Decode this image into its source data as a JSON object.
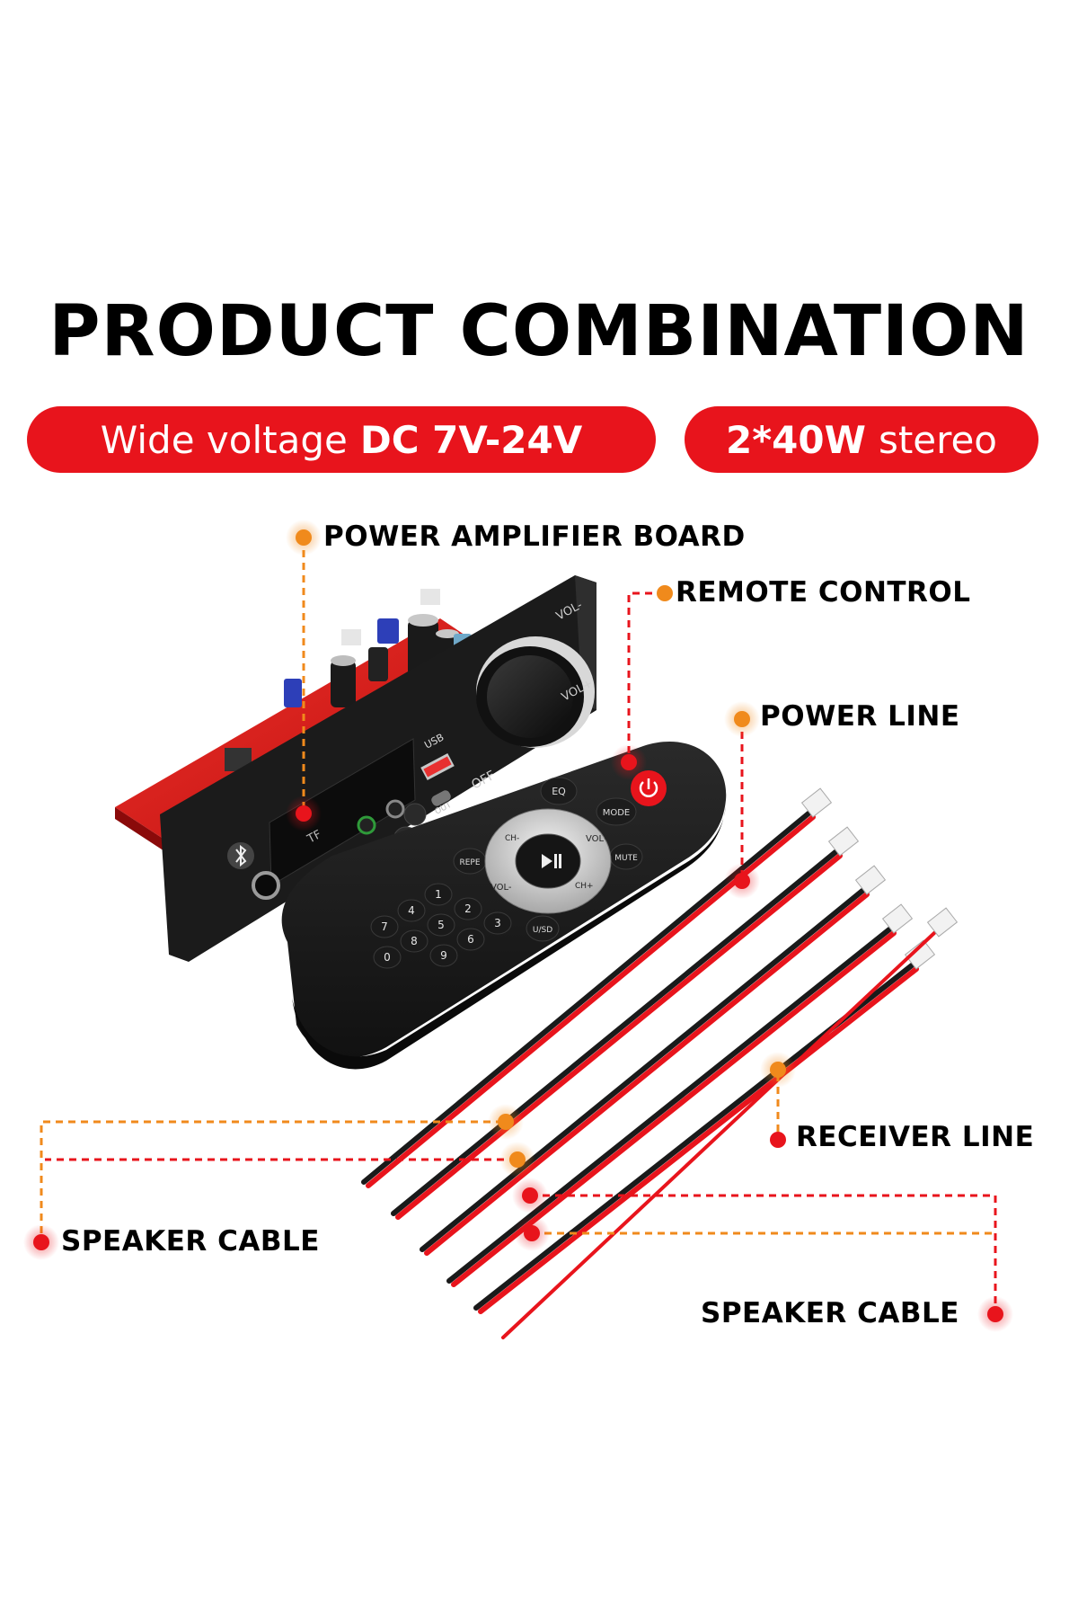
{
  "title": "PRODUCT COMBINATION",
  "badges": [
    {
      "prefix": "Wide voltage",
      "highlight": "DC 7V-24V"
    },
    {
      "highlight": "2*40W",
      "suffix": "stereo"
    }
  ],
  "callouts": {
    "power_amplifier_board": "POWER AMPLIFIER BOARD",
    "remote_control": "REMOTE CONTROL",
    "power_line": "POWER LINE",
    "receiver_line": "RECEIVER LINE",
    "speaker_cable_left": "SPEAKER CABLE",
    "speaker_cable_right": "SPEAKER CABLE"
  },
  "board_markings": {
    "vol_minus": "VOL-",
    "vol_plus": "VOL+",
    "off": "OFF",
    "tf": "TF",
    "usb": "USB",
    "out": "OUT"
  },
  "remote_buttons": {
    "eq": "EQ",
    "mode": "MODE",
    "repe": "REPE",
    "mute": "MUTE",
    "usd": "U/SD",
    "vol_plus": "VOL+",
    "vol_minus": "VOL-",
    "ch_minus": "CH-",
    "ch_plus": "CH+",
    "digits": [
      "1",
      "2",
      "3",
      "4",
      "5",
      "6",
      "7",
      "8",
      "9",
      "0"
    ]
  },
  "colors": {
    "accent_red": "#e8141c",
    "callout_orange": "#f08a1c",
    "callout_red": "#e8141c"
  },
  "icons": [
    "bluetooth-icon",
    "power-icon",
    "play-pause-icon",
    "microphone-icon",
    "headphone-icon"
  ]
}
